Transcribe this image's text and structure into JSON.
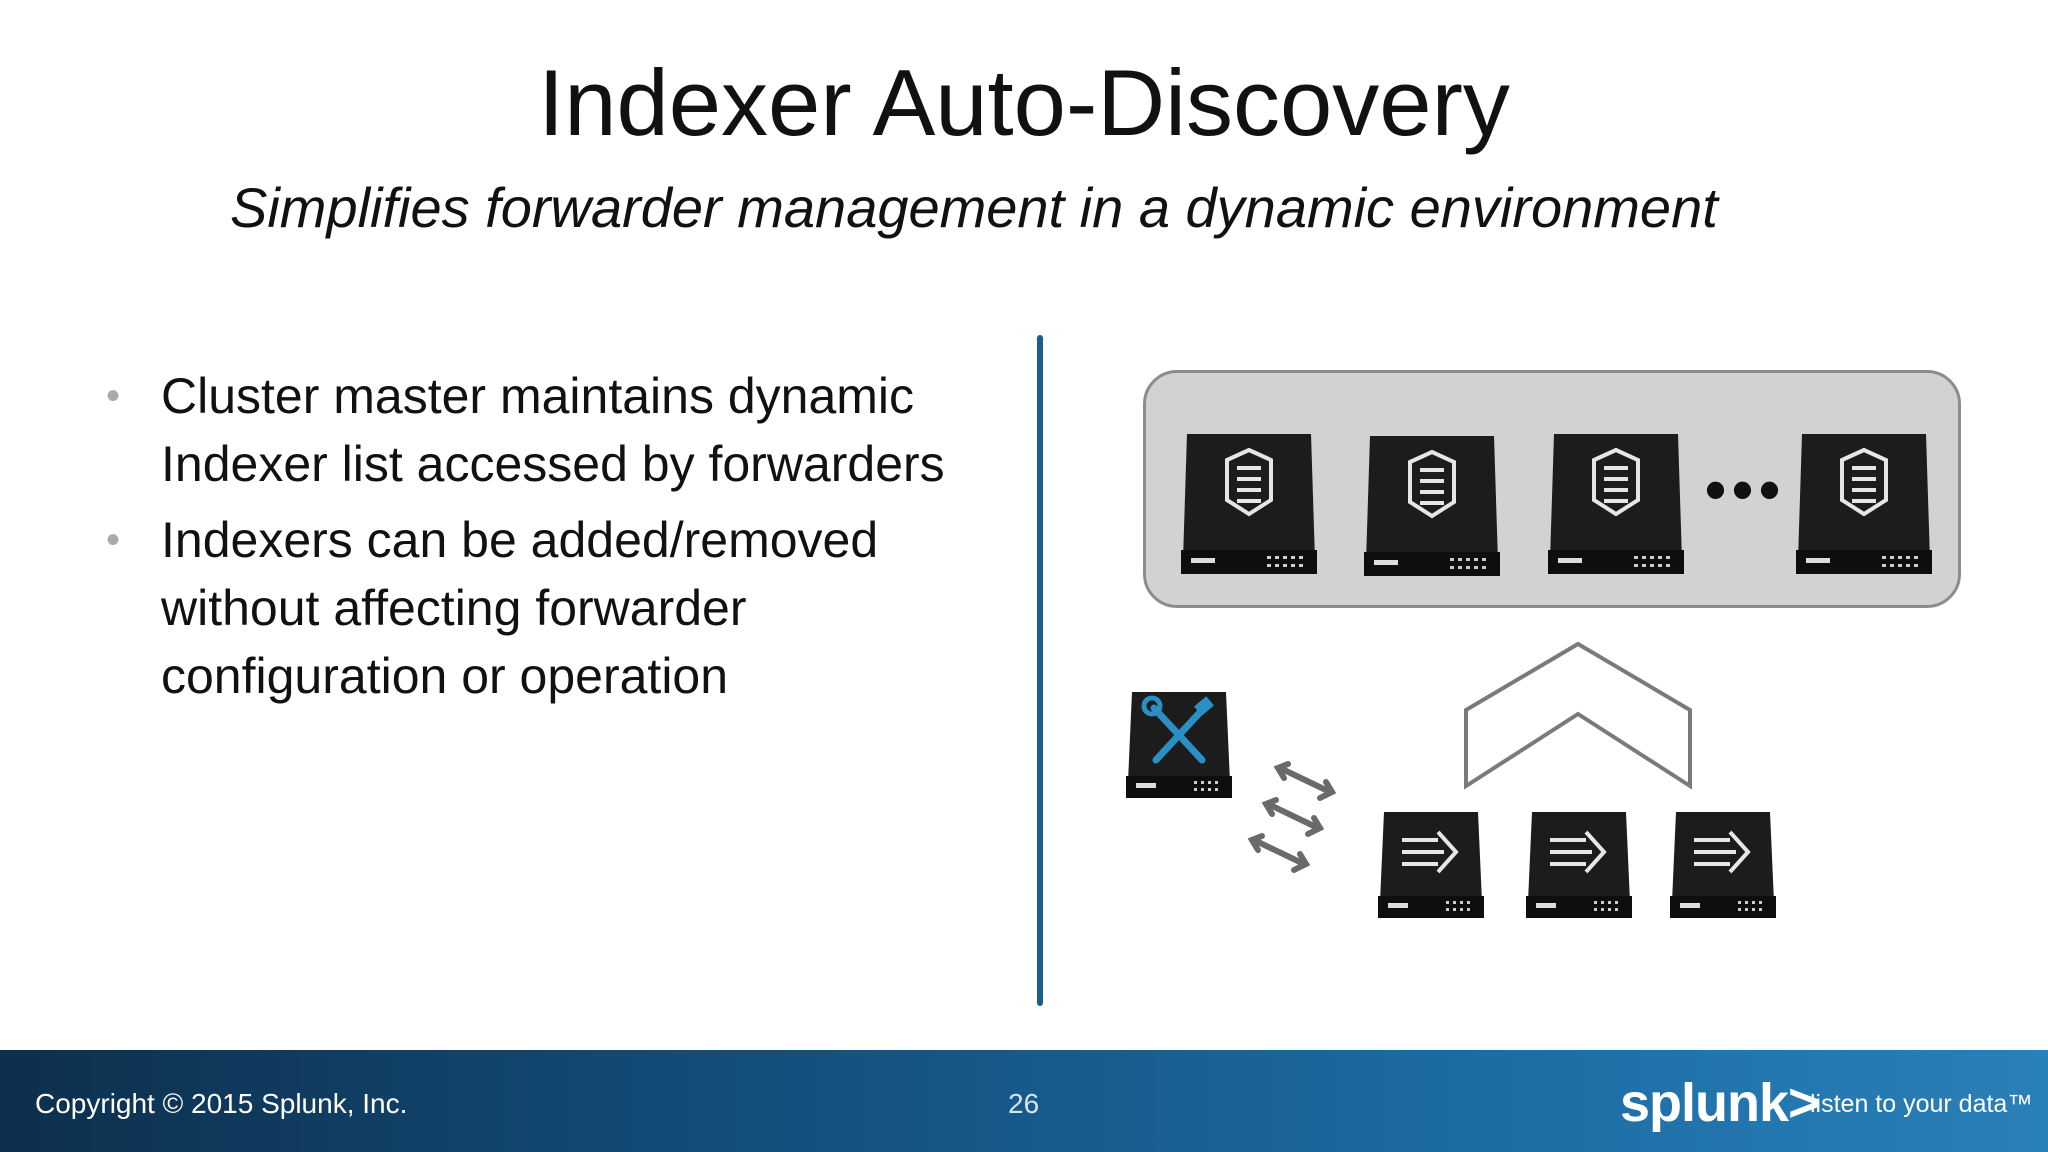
{
  "slide": {
    "title": "Indexer Auto-Discovery",
    "subtitle": "Simplifies forwarder management in a dynamic environment",
    "bullets": [
      "Cluster master maintains dynamic Indexer list accessed by forwarders",
      "Indexers can be added/removed without affecting forwarder configuration or operation"
    ]
  },
  "diagram": {
    "ellipsis": "•••",
    "icons": [
      "indexer-server-icon",
      "indexer-server-icon",
      "indexer-server-icon",
      "indexer-server-icon",
      "cluster-master-icon",
      "forwarder-server-icon",
      "forwarder-server-icon",
      "forwarder-server-icon"
    ]
  },
  "footer": {
    "copyright": "Copyright © 2015 Splunk, Inc.",
    "page_number": "26",
    "logo": "splunk>",
    "tagline": "listen to your data™"
  },
  "colors": {
    "divider": "#1b5e8c",
    "footer": "#155585",
    "cluster_box": "#d2d2d2",
    "server": "#1a1a1a",
    "cluster_master_tools": "#2a8fc2"
  }
}
